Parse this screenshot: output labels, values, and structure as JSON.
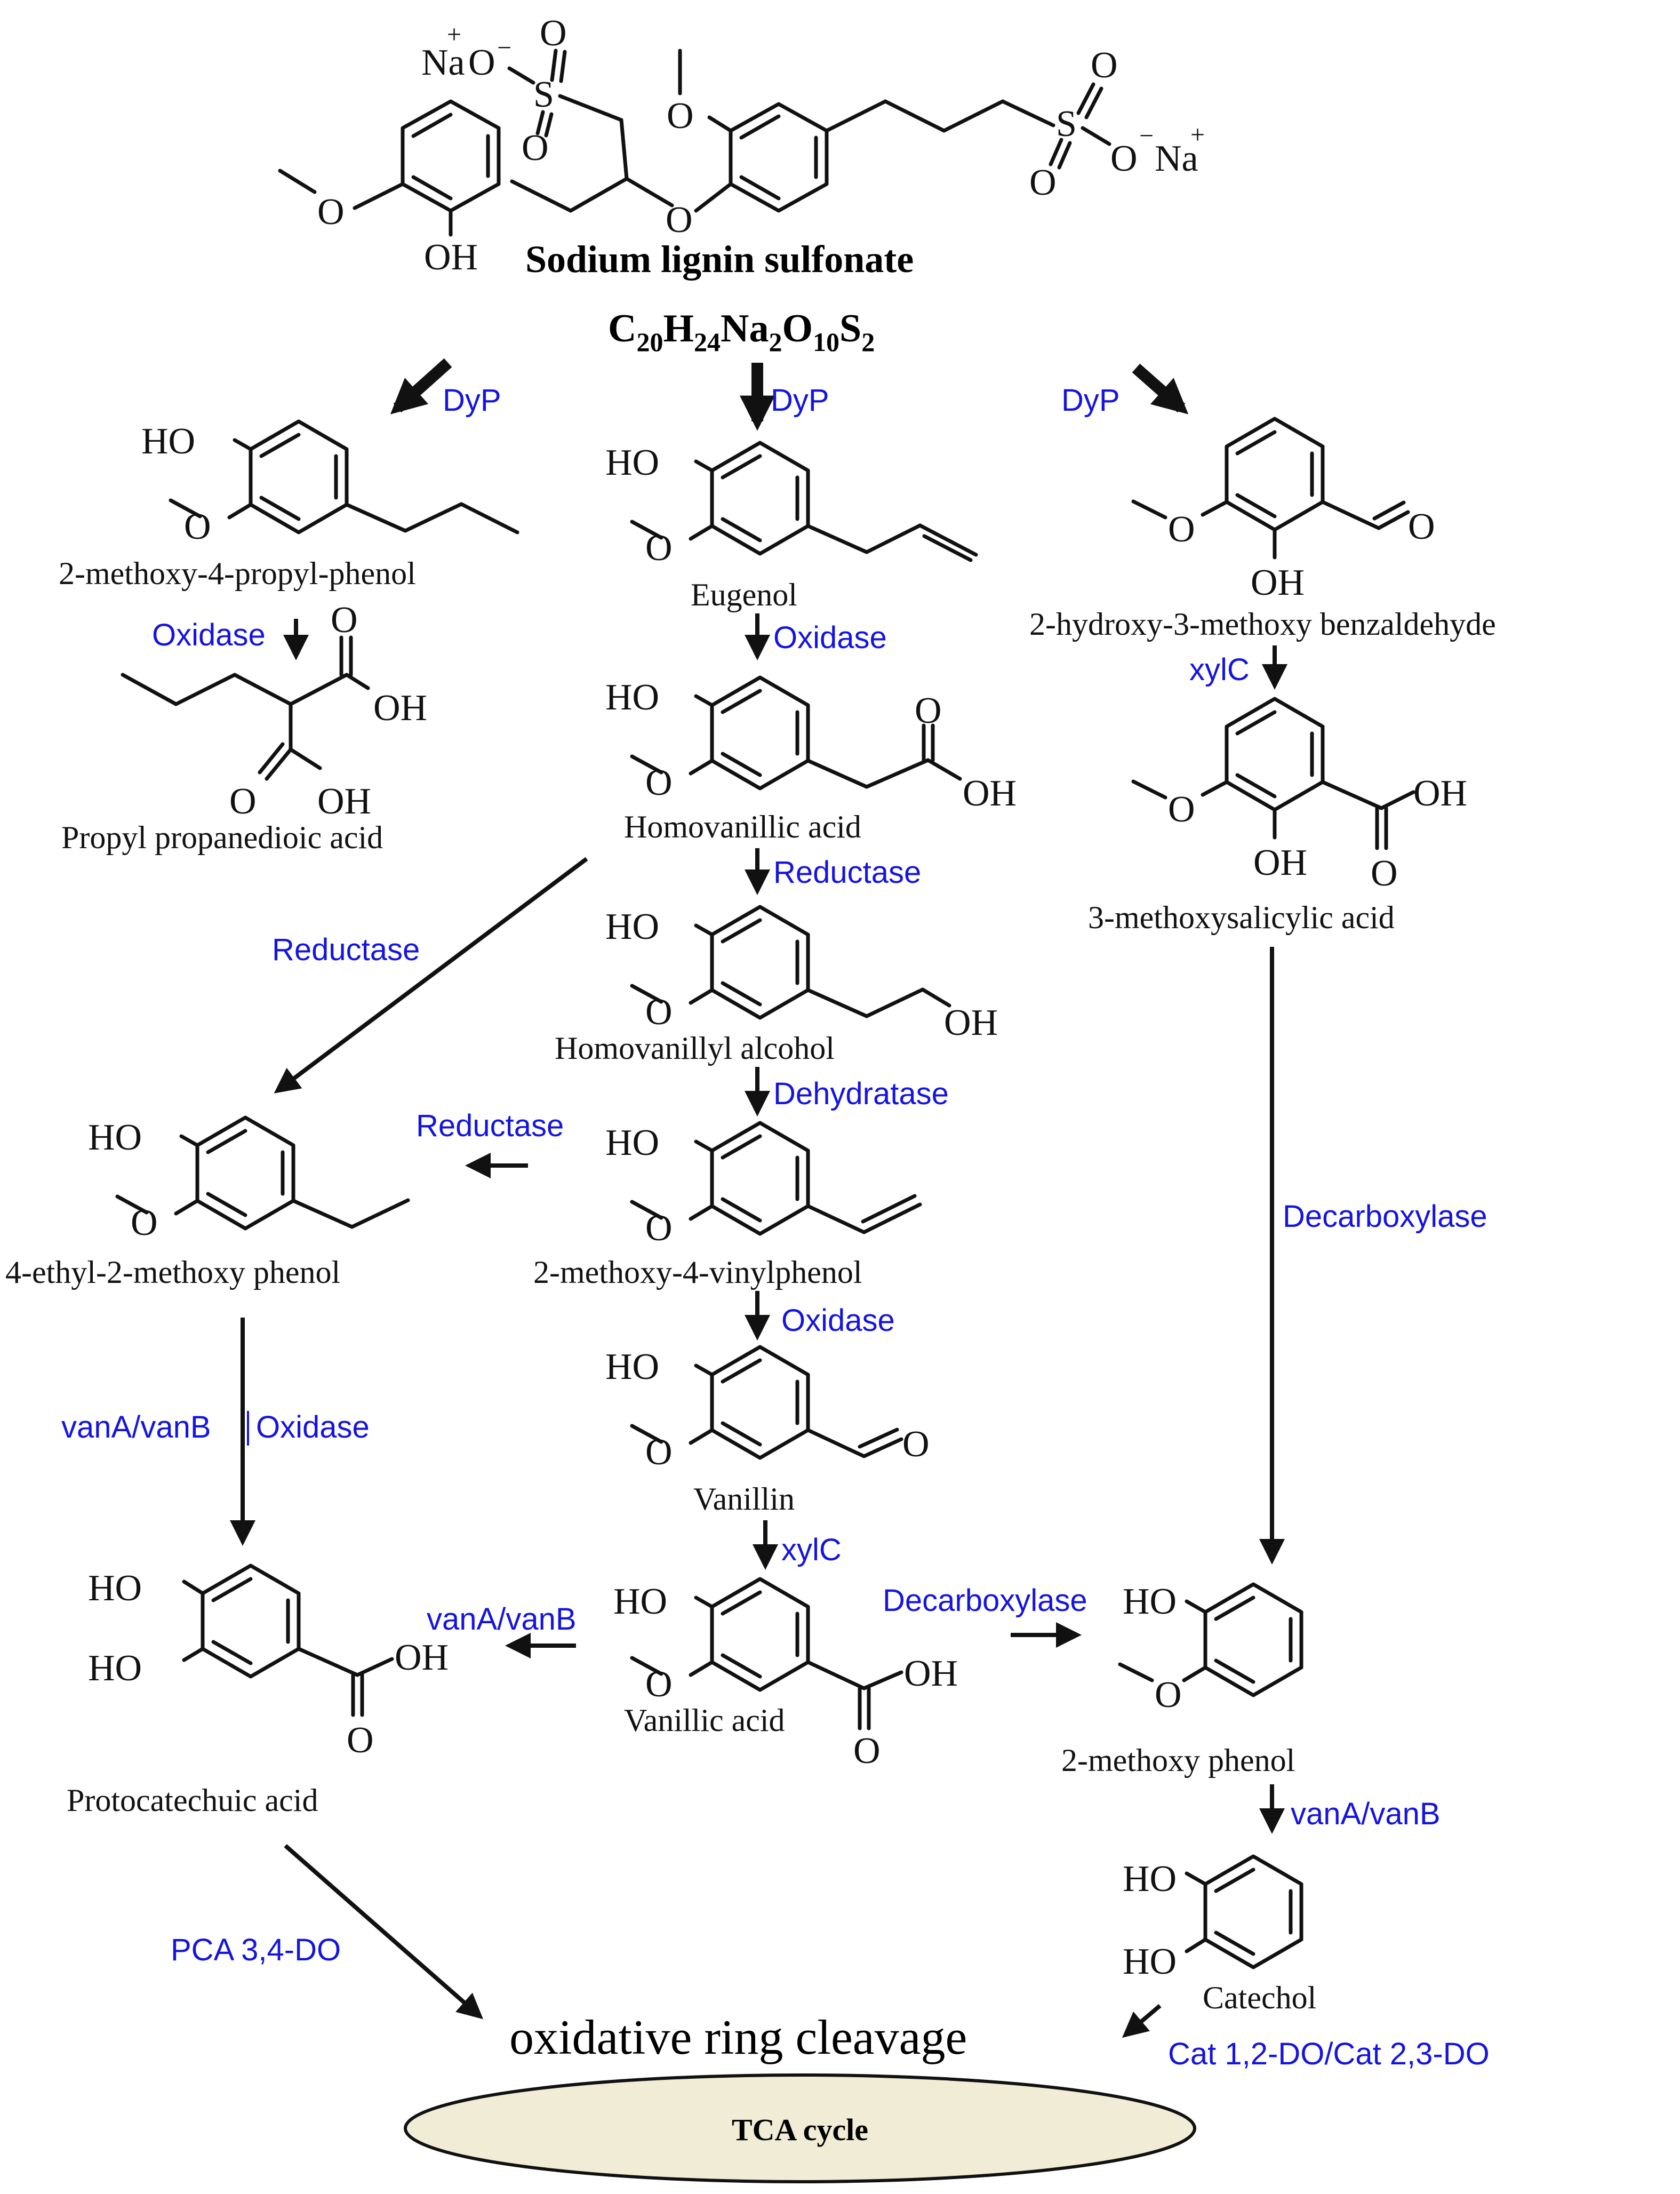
{
  "title": "Sodium lignin sulfonate",
  "formula": "C20H24Na2O10S2",
  "compounds": {
    "propylphenol": "2-methoxy-4-propyl-phenol",
    "propanedioic": "Propyl propanedioic acid",
    "eugenol": "Eugenol",
    "homovanillic": "Homovanillic acid",
    "homovanillyl": "Homovanillyl alcohol",
    "vinylphenol": "2-methoxy-4-vinylphenol",
    "vanillin": "Vanillin",
    "vanillic": "Vanillic acid",
    "ethylphenol": "4-ethyl-2-methoxy phenol",
    "protocatechuic": "Protocatechuic acid",
    "benzaldehyde": "2-hydroxy-3-methoxy benzaldehyde",
    "salicylic": "3-methoxysalicylic acid",
    "methoxyphenol": "2-methoxy phenol",
    "catechol": "Catechol",
    "ring_cleavage": "oxidative ring cleavage",
    "tca": "TCA cycle"
  },
  "enzymes": {
    "dyp_left": "DyP",
    "dyp_center": "DyP",
    "dyp_right": "DyP",
    "oxidase_1": "Oxidase",
    "oxidase_2": "Oxidase",
    "oxidase_3": "Oxidase",
    "oxidase_4": "Oxidase",
    "reductase_1": "Reductase",
    "reductase_2": "Reductase",
    "reductase_3": "Reductase",
    "dehydratase": "Dehydratase",
    "xylc_1": "xylC",
    "xylc_2": "xylC",
    "vanab_1": "vanA/vanB",
    "vanab_2": "vanA/vanB",
    "vanab_3": "vanA/vanB",
    "decarboxylase_1": "Decarboxylase",
    "decarboxylase_2": "Decarboxylase",
    "pca": "PCA 3,4-DO",
    "cat": "Cat 1,2-DO/Cat 2,3-DO"
  },
  "atoms": {
    "ho": "HO",
    "oh": "OH",
    "o": "O",
    "s": "S",
    "na": "Na",
    "plus": "+",
    "minus": "−",
    "f_c": "C",
    "f_c_n": "20",
    "f_h": "H",
    "f_h_n": "24",
    "f_na": "Na",
    "f_na_n": "2",
    "f_o": "O",
    "f_o_n": "10",
    "f_s": "S",
    "f_s_n": "2"
  },
  "colors": {
    "enzyme": "#1414e0",
    "text": "#111111",
    "tca_fill": "#f0ecd6"
  }
}
